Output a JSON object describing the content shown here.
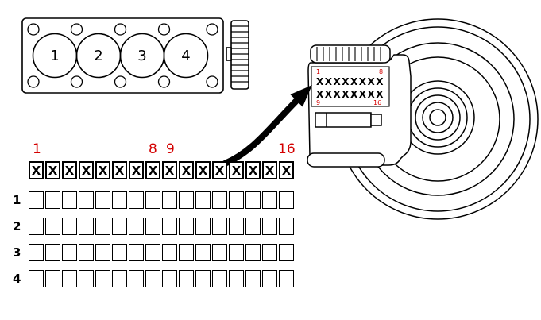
{
  "colors": {
    "line": "#000000",
    "red": "#d40000",
    "background": "#ffffff"
  },
  "cylinder_head": {
    "cylinders": [
      "1",
      "2",
      "3",
      "4"
    ]
  },
  "id_plate": {
    "row1": "XXXXXXXX",
    "row2": "XXXXXXXX",
    "corner_top_left": "1",
    "corner_top_right": "8",
    "corner_bottom_left": "9",
    "corner_bottom_right": "16"
  },
  "grid": {
    "header_1": "1",
    "header_8": "8",
    "header_9": "9",
    "header_16": "16",
    "x_cells": [
      "X",
      "X",
      "X",
      "X",
      "X",
      "X",
      "X",
      "X",
      "X",
      "X",
      "X",
      "X",
      "X",
      "X",
      "X",
      "X"
    ],
    "row_labels": [
      "1",
      "2",
      "3",
      "4"
    ],
    "columns": 16
  }
}
